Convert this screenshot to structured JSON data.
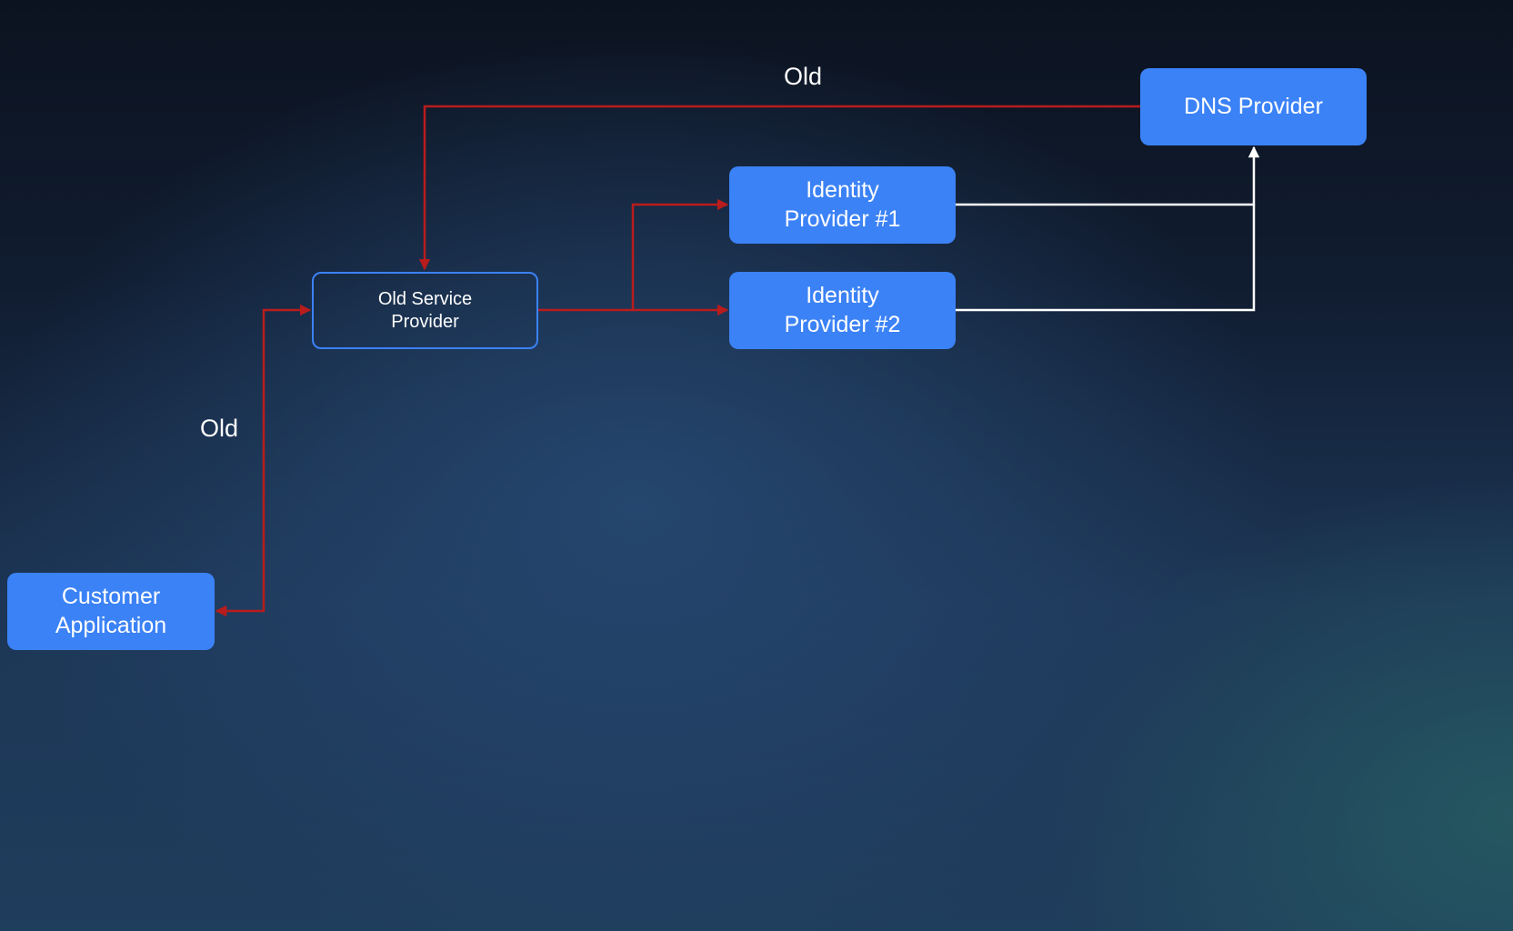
{
  "nodes": {
    "dns_provider": "DNS Provider",
    "identity_provider_1": "Identity Provider #1",
    "identity_provider_2": "Identity Provider #2",
    "old_service_provider": "Old Service Provider",
    "customer_application": "Customer Application"
  },
  "edge_labels": {
    "top": "Old",
    "left": "Old"
  },
  "colors": {
    "node_fill": "#3b82f6",
    "old_path": "#b91c1c",
    "new_path": "#ffffff"
  }
}
